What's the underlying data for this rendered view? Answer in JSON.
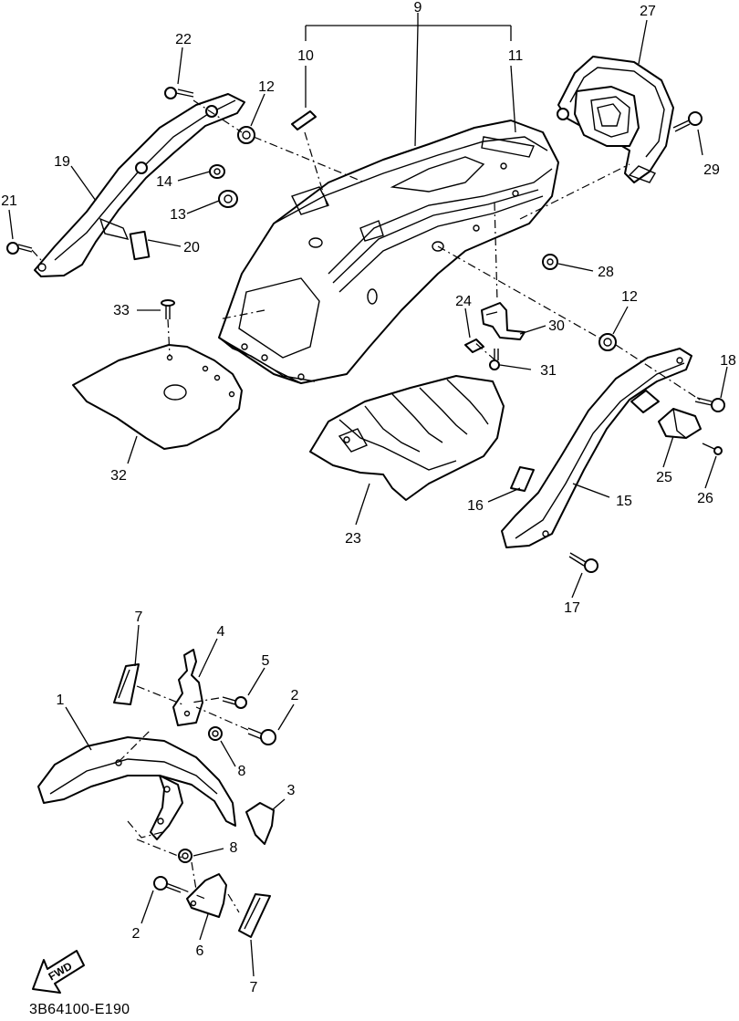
{
  "diagram": {
    "drawing_code": "3B64100-E190",
    "fwd_label": "FWD",
    "callouts": [
      {
        "id": "c9",
        "text": "9"
      },
      {
        "id": "c10",
        "text": "10"
      },
      {
        "id": "c11",
        "text": "11"
      },
      {
        "id": "c27",
        "text": "27"
      },
      {
        "id": "c22",
        "text": "22"
      },
      {
        "id": "c12a",
        "text": "12"
      },
      {
        "id": "c19",
        "text": "19"
      },
      {
        "id": "c14",
        "text": "14"
      },
      {
        "id": "c13",
        "text": "13"
      },
      {
        "id": "c21",
        "text": "21"
      },
      {
        "id": "c20",
        "text": "20"
      },
      {
        "id": "c29",
        "text": "29"
      },
      {
        "id": "c28",
        "text": "28"
      },
      {
        "id": "c33",
        "text": "33"
      },
      {
        "id": "c24",
        "text": "24"
      },
      {
        "id": "c30",
        "text": "30"
      },
      {
        "id": "c12b",
        "text": "12"
      },
      {
        "id": "c31",
        "text": "31"
      },
      {
        "id": "c18",
        "text": "18"
      },
      {
        "id": "c32",
        "text": "32"
      },
      {
        "id": "c25",
        "text": "25"
      },
      {
        "id": "c26",
        "text": "26"
      },
      {
        "id": "c15",
        "text": "15"
      },
      {
        "id": "c16",
        "text": "16"
      },
      {
        "id": "c23",
        "text": "23"
      },
      {
        "id": "c17",
        "text": "17"
      },
      {
        "id": "c7a",
        "text": "7"
      },
      {
        "id": "c4",
        "text": "4"
      },
      {
        "id": "c5",
        "text": "5"
      },
      {
        "id": "c1",
        "text": "1"
      },
      {
        "id": "c2a",
        "text": "2"
      },
      {
        "id": "c8a",
        "text": "8"
      },
      {
        "id": "c3",
        "text": "3"
      },
      {
        "id": "c8b",
        "text": "8"
      },
      {
        "id": "c2b",
        "text": "2"
      },
      {
        "id": "c6",
        "text": "6"
      },
      {
        "id": "c7b",
        "text": "7"
      }
    ]
  }
}
